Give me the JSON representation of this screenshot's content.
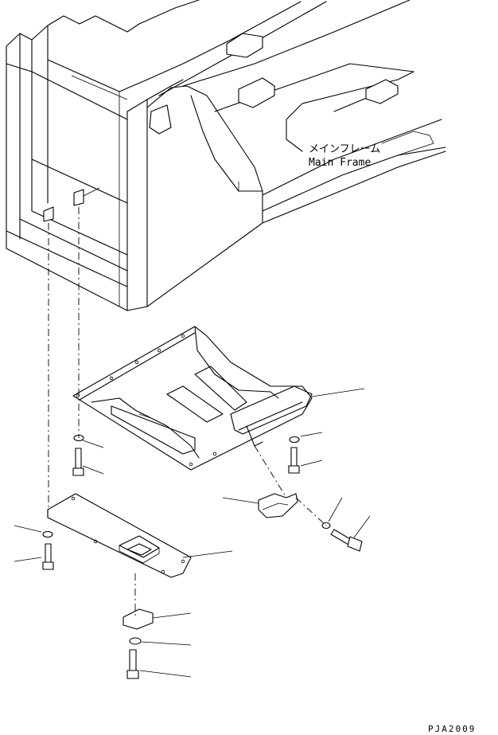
{
  "labels": {
    "main_frame_jp": "メインフレーム",
    "main_frame_en": "Main Frame"
  },
  "drawing_code": "PJA2009"
}
